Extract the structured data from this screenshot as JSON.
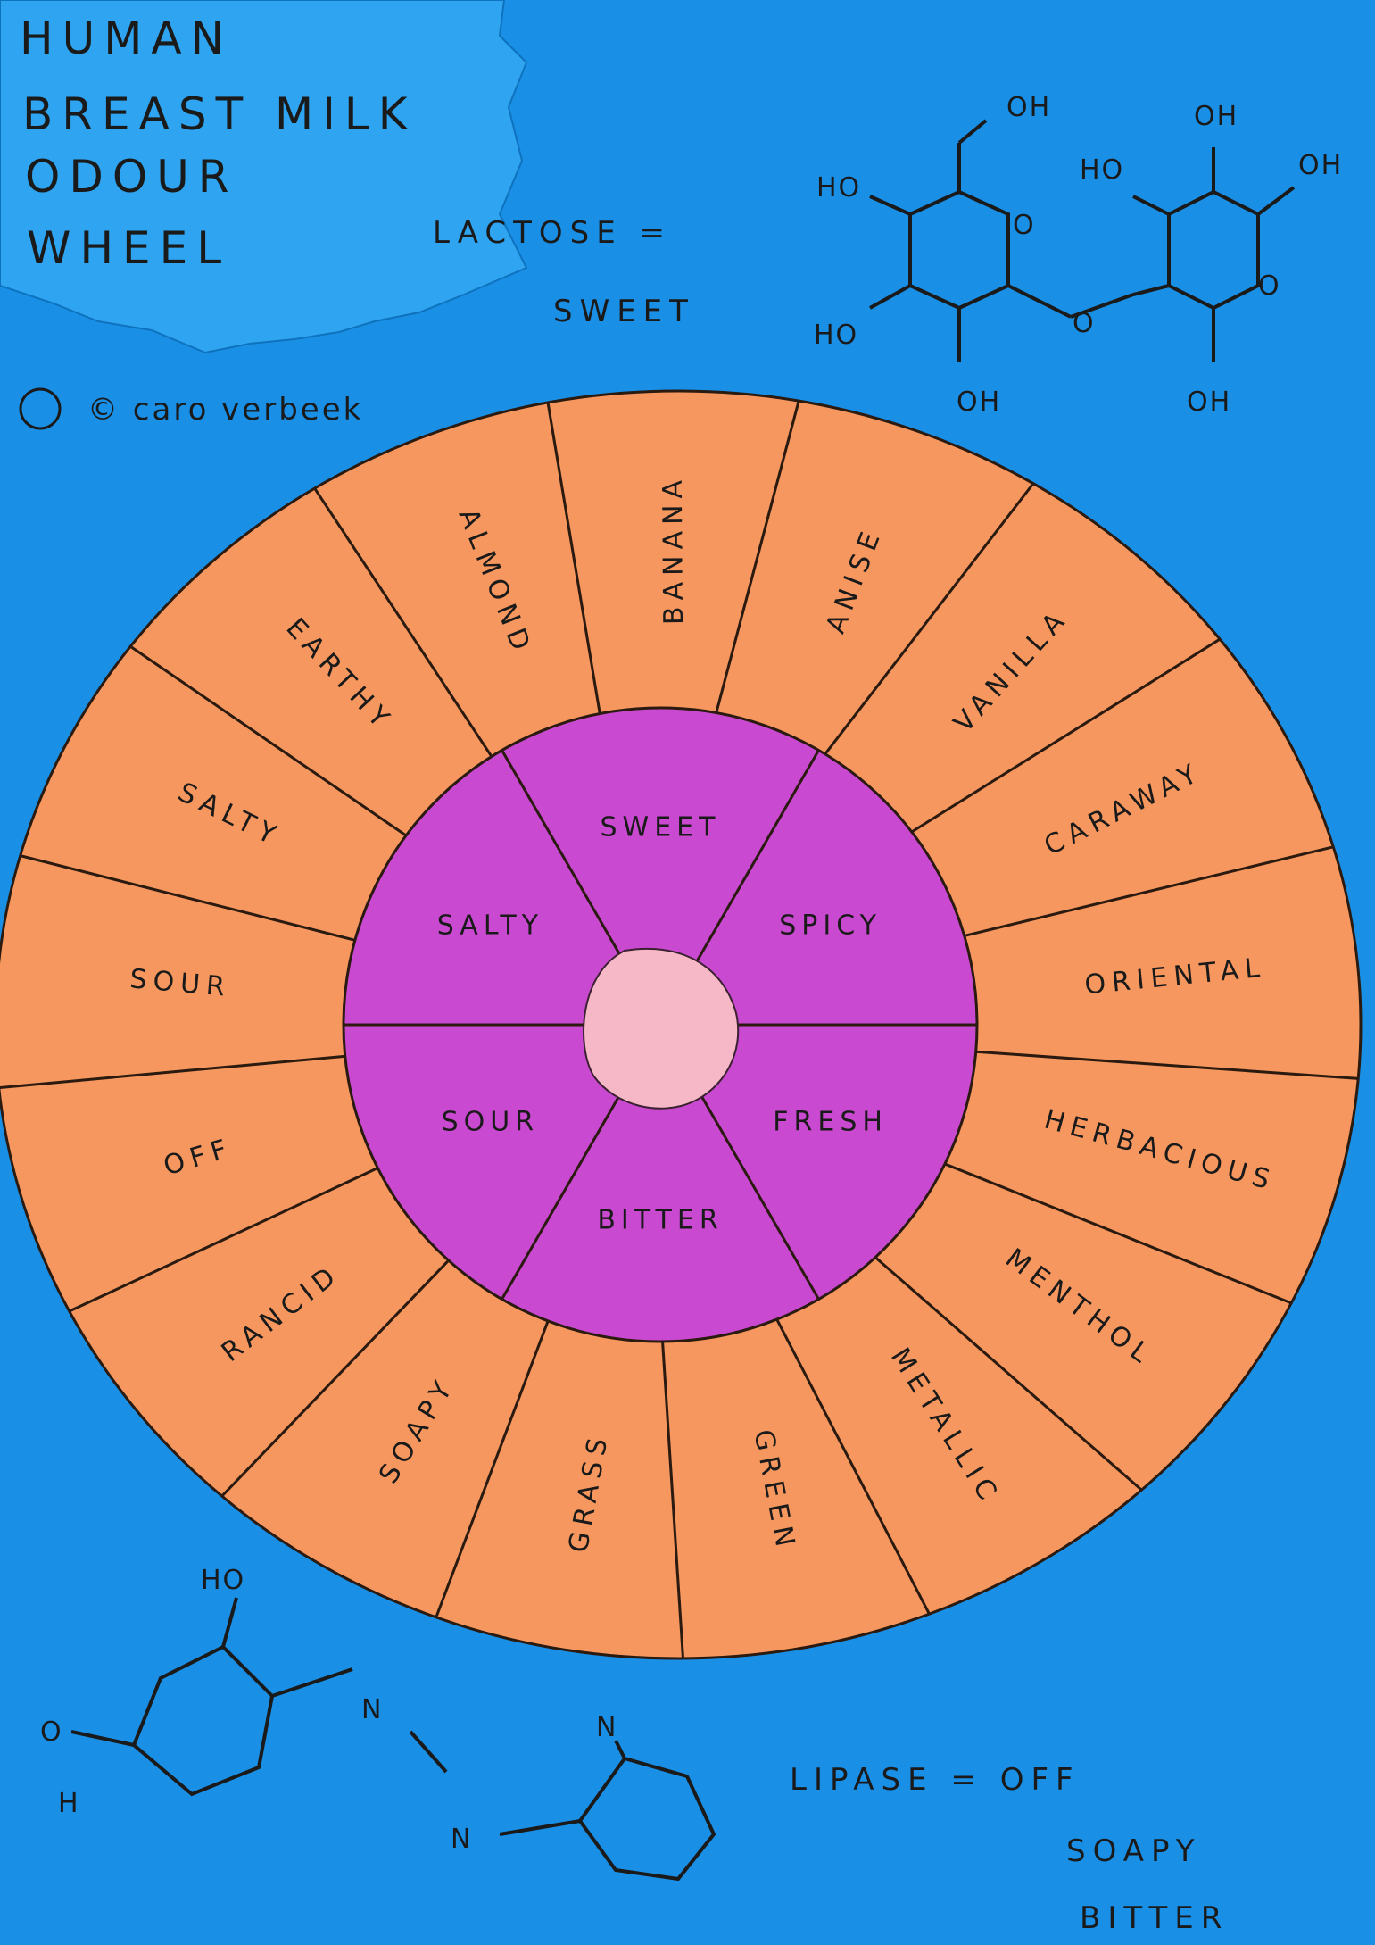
{
  "title": {
    "lines": [
      "HUMAN",
      "BREAST MILK",
      "ODOUR",
      "WHEEL"
    ]
  },
  "credit": "© caro verbeek",
  "lactose_note": {
    "line1": "LACTOSE =",
    "line2": "SWEET"
  },
  "lipase_note": {
    "line1": "LIPASE = OFF",
    "line2": "SOAPY",
    "line3": "BITTER"
  },
  "chem_labels": {
    "lactose": [
      "OH",
      "HO",
      "HO",
      "OH",
      "OH",
      "HO",
      "OH",
      "O",
      "O",
      "O",
      "OH"
    ],
    "azo": [
      "HO",
      "H",
      "O",
      "N",
      "N",
      "N"
    ]
  },
  "wheel": {
    "inner": [
      "SWEET",
      "SPICY",
      "FRESH",
      "BITTER",
      "SOUR",
      "SALTY"
    ],
    "outer": [
      "BANANA",
      "ANISE",
      "VANILLA",
      "CARAWAY",
      "ORIENTAL",
      "HERBACIOUS",
      "MENTHOL",
      "METALLIC",
      "GREEN",
      "GRASS",
      "SOAPY",
      "RANCID",
      "OFF",
      "SOUR",
      "SALTY",
      "EARTHY",
      "ALMOND"
    ]
  },
  "colors": {
    "background": "#1a8fe6",
    "outer_ring": "#f5975e",
    "inner_ring": "#c94ad0",
    "center": "#f6b8c6",
    "ink": "#1a1a1a",
    "paper_scrap": "#2fa4f0"
  }
}
